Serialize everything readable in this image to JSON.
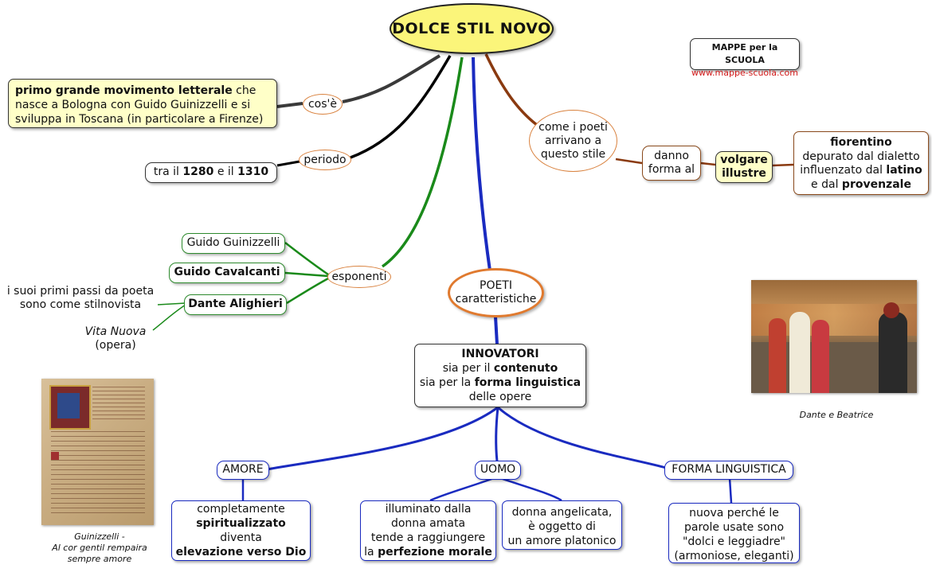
{
  "title": "DOLCE STIL NOVO",
  "watermark": {
    "line1": "MAPPE per la SCUOLA",
    "line2": "www.mappe-scuola.com"
  },
  "cose": {
    "label": "cos'è",
    "bold": "primo grande movimento letterale",
    "rest1": " che",
    "line2": "nasce a Bologna con Guido Guinizzelli e si",
    "line3": "sviluppa in Toscana (in particolare a Firenze)"
  },
  "periodo": {
    "label": "periodo",
    "t1": "tra il ",
    "y1": "1280",
    "t2": " e il ",
    "y2": "1310"
  },
  "esponenti": {
    "label": "esponenti",
    "poets": [
      "Guido Guinizzelli",
      "Guido Cavalcanti",
      "Dante Alighieri"
    ],
    "dante_note1": "i suoi primi passi da poeta",
    "dante_note2": "sono come stilnovista",
    "opera_title": "Vita Nuova",
    "opera_type": "(opera)"
  },
  "stile": {
    "label1": "come i poeti",
    "label2": "arrivano a",
    "label3": "questo stile",
    "danno1": "danno",
    "danno2": "forma al",
    "volgare1": "volgare",
    "volgare2": "illustre",
    "fior_bold": "fiorentino",
    "fior2": "depurato dal dialetto",
    "fior3a": "influenzato dal ",
    "fior3b": "latino",
    "fior4a": "e dal ",
    "fior4b": "provenzale"
  },
  "poeti": {
    "label1": "POETI",
    "label2": "caratteristiche"
  },
  "innovatori": {
    "title": "INNOVATORI",
    "l2a": "sia per il ",
    "l2b": "contenuto",
    "l3a": "sia per la ",
    "l3b": "forma linguistica",
    "l4": "delle opere"
  },
  "amore": {
    "label": "AMORE",
    "l1": "completamente",
    "l2": "spiritualizzato",
    "l3": "diventa",
    "l4": "elevazione verso Dio"
  },
  "uomo": {
    "label": "UOMO",
    "a1": "illuminato dalla",
    "a2": "donna amata",
    "a3": "tende a raggiungere",
    "a4a": "la ",
    "a4b": "perfezione morale",
    "b1": "donna angelicata,",
    "b2": "è oggetto di",
    "b3": "un amore platonico"
  },
  "forma": {
    "label": "FORMA LINGUISTICA",
    "l1": "nuova perché le",
    "l2": "parole usate sono",
    "l3": "\"dolci e leggiadre\"",
    "l4": "(armoniose, eleganti)"
  },
  "captions": {
    "guinizzelli1": "Guinizzelli -",
    "guinizzelli2": "Al cor gentil rempaira",
    "guinizzelli3": "sempre amore",
    "dante": "Dante e Beatrice"
  },
  "colors": {
    "title_fill": "#fbf57a",
    "yellow_box": "#ffffc8",
    "green": "#2e8b2e",
    "blue": "#1a2bc0",
    "brown": "#8a4a1c",
    "orange": "#e07a2f"
  }
}
